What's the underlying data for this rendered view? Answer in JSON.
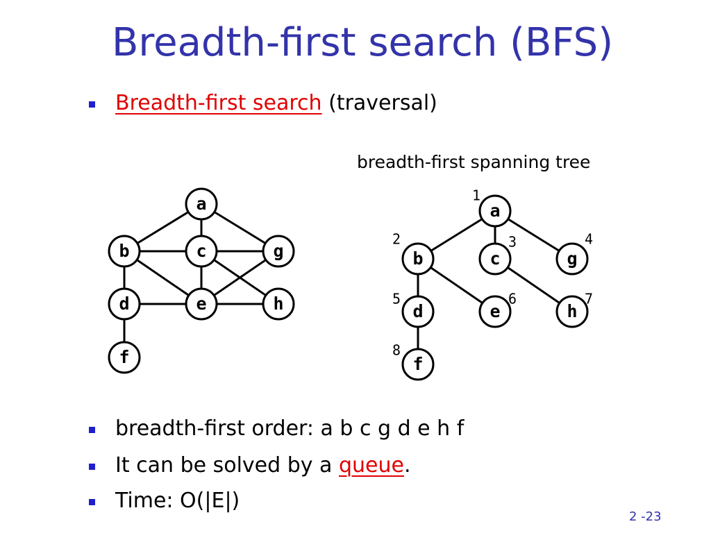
{
  "slide": {
    "title": "Breadth-first search (BFS)",
    "bullet1": {
      "highlight": "Breadth-first search",
      "rest": " (traversal)"
    },
    "tree_label": "breadth-first spanning tree",
    "bullet2": "breadth-first order: a b c g d e h f",
    "bullet3": {
      "prefix": "It can be solved by a ",
      "highlight": "queue",
      "suffix": "."
    },
    "bullet4": "Time: O(|E|)",
    "slide_number": "2 -23"
  },
  "colors": {
    "title": "#3333aa",
    "highlight": "#e00000",
    "bullet": "#1f1fcc"
  },
  "graph": {
    "nodes": [
      "a",
      "b",
      "c",
      "g",
      "d",
      "e",
      "h",
      "f"
    ],
    "edges": [
      [
        "a",
        "b"
      ],
      [
        "a",
        "c"
      ],
      [
        "a",
        "g"
      ],
      [
        "b",
        "c"
      ],
      [
        "c",
        "g"
      ],
      [
        "b",
        "d"
      ],
      [
        "b",
        "e"
      ],
      [
        "c",
        "e"
      ],
      [
        "c",
        "h"
      ],
      [
        "g",
        "e"
      ],
      [
        "d",
        "e"
      ],
      [
        "e",
        "h"
      ],
      [
        "d",
        "f"
      ]
    ]
  },
  "spanning_tree": {
    "nodes": [
      "a",
      "b",
      "c",
      "g",
      "d",
      "e",
      "h",
      "f"
    ],
    "edges": [
      [
        "a",
        "b"
      ],
      [
        "a",
        "c"
      ],
      [
        "a",
        "g"
      ],
      [
        "b",
        "d"
      ],
      [
        "b",
        "e"
      ],
      [
        "c",
        "h"
      ],
      [
        "d",
        "f"
      ]
    ],
    "visit_order": {
      "a": "1",
      "b": "2",
      "c": "3",
      "g": "4",
      "d": "5",
      "e": "6",
      "h": "7",
      "f": "8"
    }
  }
}
